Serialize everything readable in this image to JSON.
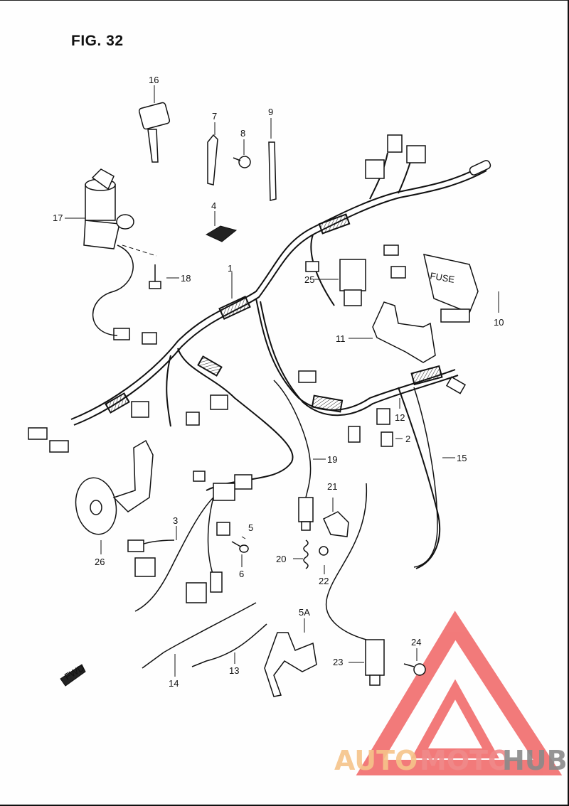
{
  "figure": {
    "title": "FIG. 32"
  },
  "callouts": [
    {
      "id": "p1",
      "label": "1"
    },
    {
      "id": "p2",
      "label": "2"
    },
    {
      "id": "p3",
      "label": "3"
    },
    {
      "id": "p4",
      "label": "4"
    },
    {
      "id": "p5",
      "label": "5"
    },
    {
      "id": "p5a",
      "label": "5A"
    },
    {
      "id": "p6",
      "label": "6"
    },
    {
      "id": "p7",
      "label": "7"
    },
    {
      "id": "p8",
      "label": "8"
    },
    {
      "id": "p9",
      "label": "9"
    },
    {
      "id": "p10",
      "label": "10"
    },
    {
      "id": "p11",
      "label": "11"
    },
    {
      "id": "p12",
      "label": "12"
    },
    {
      "id": "p13",
      "label": "13"
    },
    {
      "id": "p14",
      "label": "14"
    },
    {
      "id": "p15",
      "label": "15"
    },
    {
      "id": "p16",
      "label": "16"
    },
    {
      "id": "p17",
      "label": "17"
    },
    {
      "id": "p18",
      "label": "18"
    },
    {
      "id": "p19",
      "label": "19"
    },
    {
      "id": "p20",
      "label": "20"
    },
    {
      "id": "p21",
      "label": "21"
    },
    {
      "id": "p22",
      "label": "22"
    },
    {
      "id": "p23",
      "label": "23"
    },
    {
      "id": "p24",
      "label": "24"
    },
    {
      "id": "p25",
      "label": "25"
    },
    {
      "id": "p26",
      "label": "26"
    }
  ],
  "labels": {
    "fuse_box": "FUSE",
    "fwd_arrow": "FWD"
  },
  "watermark": {
    "part1": "AUTO",
    "part2": "MOTO",
    "part3": "HUB",
    "colors": {
      "auto": "#f6c48a",
      "moto": "#f08a8a",
      "hub": "#8a8a8a",
      "logo": "#f06464"
    }
  }
}
